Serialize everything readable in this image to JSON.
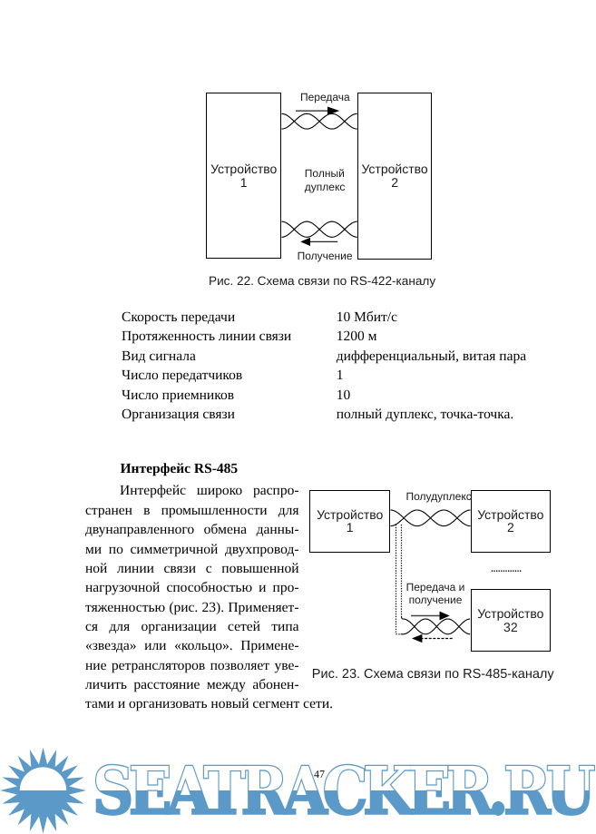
{
  "page": {
    "number": "47"
  },
  "figure22": {
    "device1_name": "Устройство",
    "device1_num": "1",
    "device2_name": "Устройство",
    "device2_num": "2",
    "transmit_label": "Передача",
    "duplex_line1": "Полный",
    "duplex_line2": "дуплекс",
    "receive_label": "Получение",
    "caption": "Рис. 22. Схема связи по RS-422-каналу"
  },
  "spec_table": {
    "rows": [
      {
        "label": "Скорость передачи",
        "value": "10 Мбит/с"
      },
      {
        "label": "Протяженность линии связи",
        "value": "1200 м"
      },
      {
        "label": "Вид сигнала",
        "value": "дифференциальный, витая пара"
      },
      {
        "label": "Число передатчиков",
        "value": "1"
      },
      {
        "label": "Число приемников",
        "value": "10"
      },
      {
        "label": "Организация связи",
        "value": "полный дуплекс, точка-точка."
      }
    ]
  },
  "section": {
    "heading": "Интерфейс RS-485",
    "paragraph_lines": [
      "Интерфейс широко распро-",
      "странен в промышленности для",
      "двунаправленного обмена данны-",
      "ми по симметричной двухпровод-",
      "ной линии связи с повышенной",
      "нагрузочной способностью и про-",
      "тяженностью (рис. 23). Применяет-",
      "ся для организации сетей типа",
      "«звезда» или «кольцо». Примене-",
      "ние ретрансляторов позволяет уве-",
      "личить расстояние между абонен-",
      "тами и организовать новый сегмент сети."
    ]
  },
  "figure23": {
    "device1_name": "Устройство",
    "device1_num": "1",
    "device2_name": "Устройство",
    "device2_num": "2",
    "device32_name": "Устройство",
    "device32_num": "32",
    "halfduplex_label": "Полудуплекс",
    "txrx_line1": "Передача и",
    "txrx_line2": "получение",
    "caption": "Рис. 23. Схема связи по RS-485-каналу"
  },
  "watermark": {
    "text": "SEATRACKER.RU",
    "color": "#5b9ac8"
  }
}
